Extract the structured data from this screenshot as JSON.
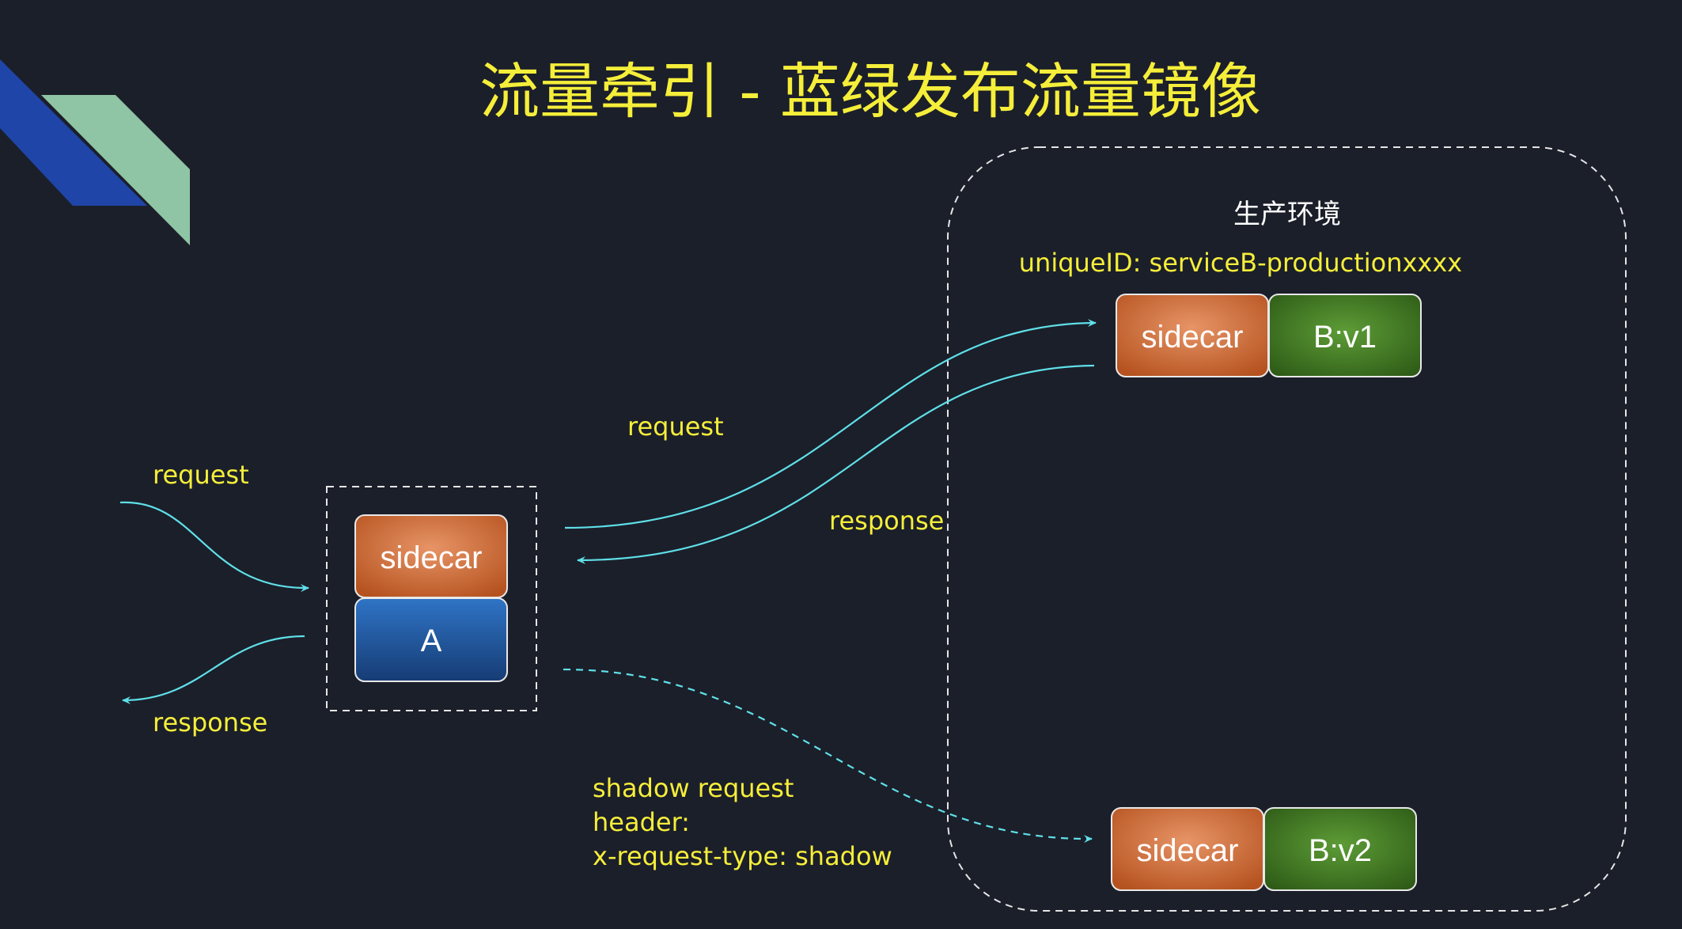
{
  "title": "流量牵引 - 蓝绿发布流量镜像",
  "environment": {
    "label": "生产环境",
    "unique_id": "uniqueID: serviceB-productionxxxx"
  },
  "client": {
    "request_label": "request",
    "response_label": "response"
  },
  "service_a": {
    "sidecar_label": "sidecar",
    "app_label": "A"
  },
  "service_b_v1": {
    "sidecar_label": "sidecar",
    "app_label": "B:v1",
    "request_label": "request",
    "response_label": "response"
  },
  "service_b_v2": {
    "sidecar_label": "sidecar",
    "app_label": "B:v2"
  },
  "shadow": {
    "line1": "shadow request",
    "line2": "header:",
    "line3": "x-request-type: shadow"
  },
  "colors": {
    "background": "#1b1f2a",
    "text_yellow": "#f5ee3a",
    "arrow_cyan": "#5fe0e8",
    "sidecar_orange": "#c8602f",
    "app_blue": "#1e5aa8",
    "app_green": "#3f7a22",
    "deco_blue": "#1f45a8",
    "deco_green": "#8fc4a4"
  }
}
